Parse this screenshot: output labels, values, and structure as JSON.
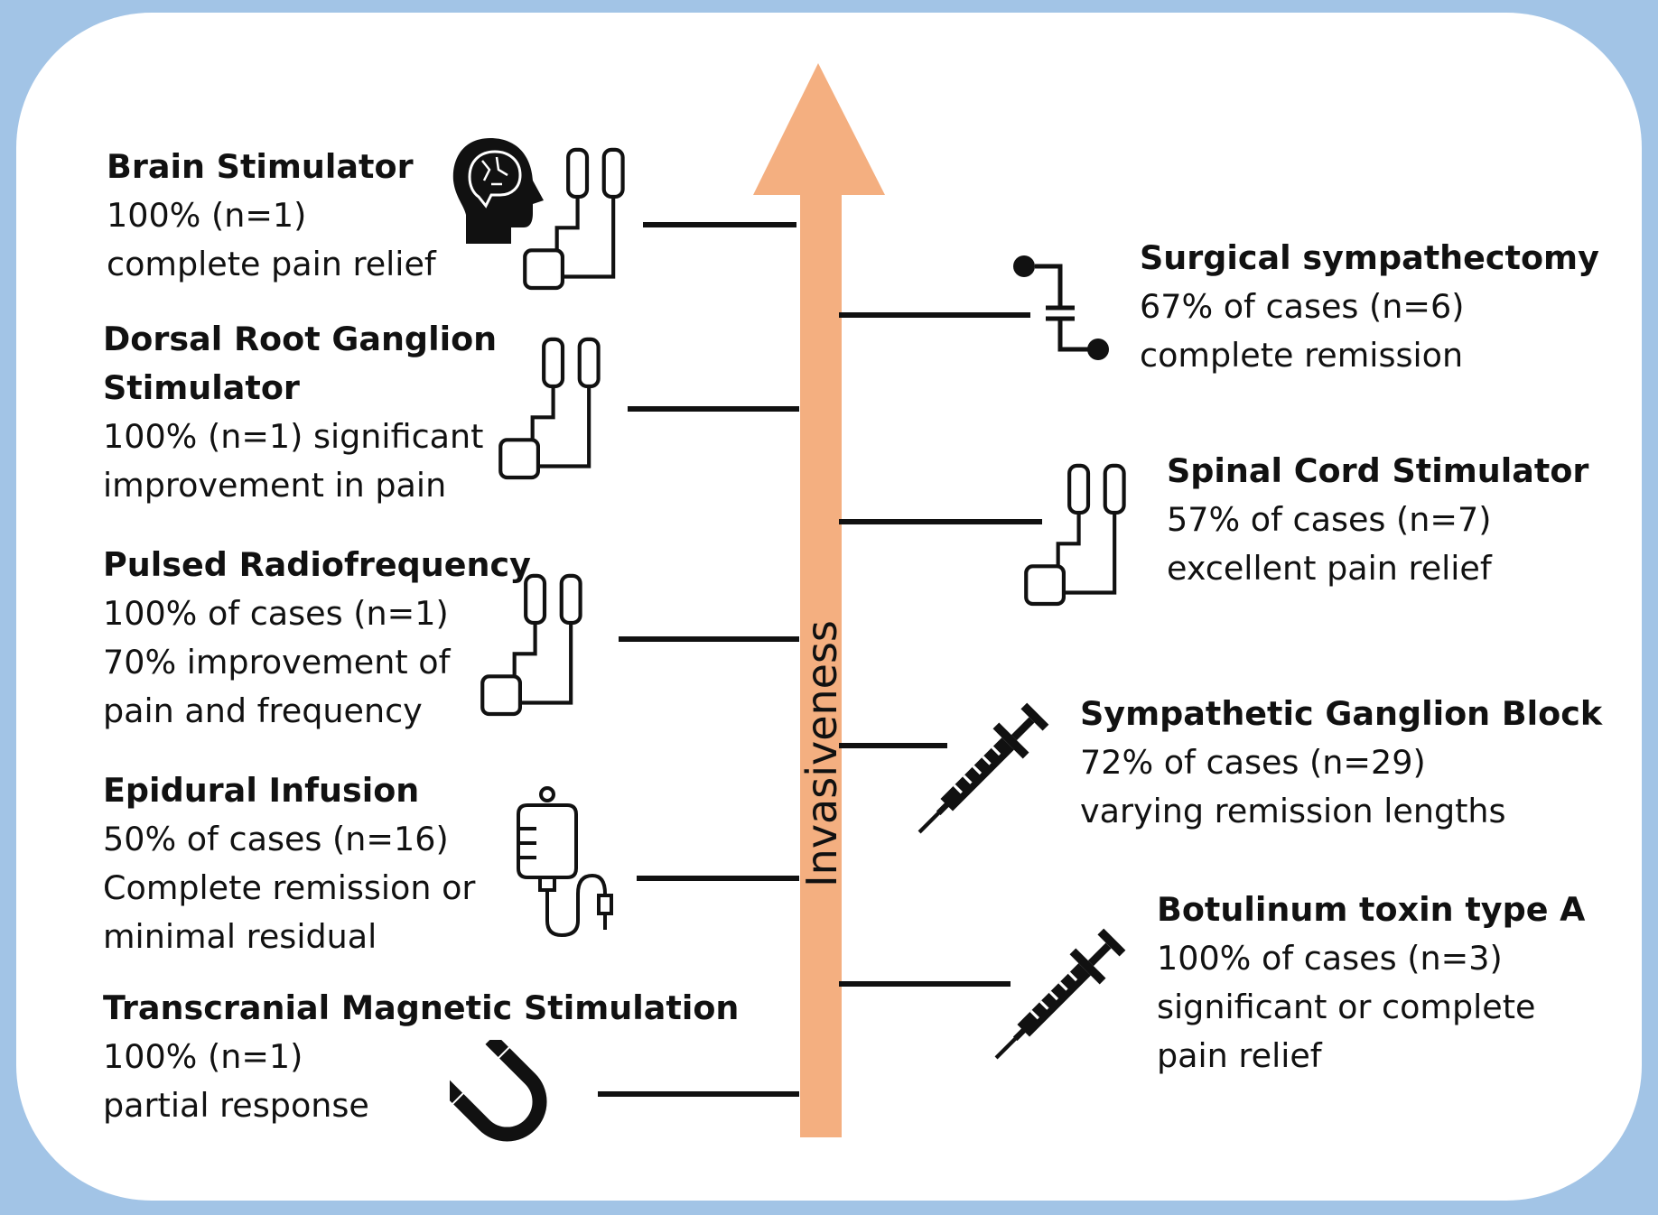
{
  "axis": {
    "label": "Invasiveness",
    "arrow_color": "#f4af80",
    "background_color": "#a2c4e6"
  },
  "left_items": [
    {
      "title": "Brain Stimulator",
      "lines": [
        "100% (n=1)",
        "complete pain relief"
      ],
      "icons": [
        "brain-head-icon",
        "stimulator-leads-icon"
      ]
    },
    {
      "title_lines": [
        "Dorsal Root Ganglion",
        "Stimulator"
      ],
      "lines": [
        "100% (n=1) significant",
        "improvement in pain"
      ],
      "icons": [
        "stimulator-leads-icon"
      ]
    },
    {
      "title": "Pulsed Radiofrequency",
      "lines": [
        "100% of cases (n=1)",
        "70% improvement of",
        "pain and frequency"
      ],
      "icons": [
        "stimulator-leads-icon"
      ]
    },
    {
      "title": "Epidural Infusion",
      "lines": [
        "50% of cases (n=16)",
        "Complete remission or",
        "minimal residual"
      ],
      "icons": [
        "iv-bag-icon"
      ]
    },
    {
      "title": "Transcranial Magnetic Stimulation",
      "lines": [
        "100% (n=1)",
        "partial response"
      ],
      "icons": [
        "magnet-icon"
      ]
    }
  ],
  "right_items": [
    {
      "title": "Surgical sympathectomy",
      "lines": [
        "67% of cases (n=6)",
        "complete remission"
      ],
      "icons": [
        "circuit-switch-icon"
      ]
    },
    {
      "title": "Spinal Cord Stimulator",
      "lines": [
        "57% of cases (n=7)",
        "excellent pain relief"
      ],
      "icons": [
        "stimulator-leads-icon"
      ]
    },
    {
      "title": "Sympathetic Ganglion Block",
      "lines": [
        "72% of cases (n=29)",
        "varying remission lengths"
      ],
      "icons": [
        "syringe-icon"
      ]
    },
    {
      "title": "Botulinum toxin type A",
      "lines": [
        "100% of cases (n=3)",
        "significant or complete",
        "pain relief"
      ],
      "icons": [
        "syringe-icon"
      ]
    }
  ]
}
